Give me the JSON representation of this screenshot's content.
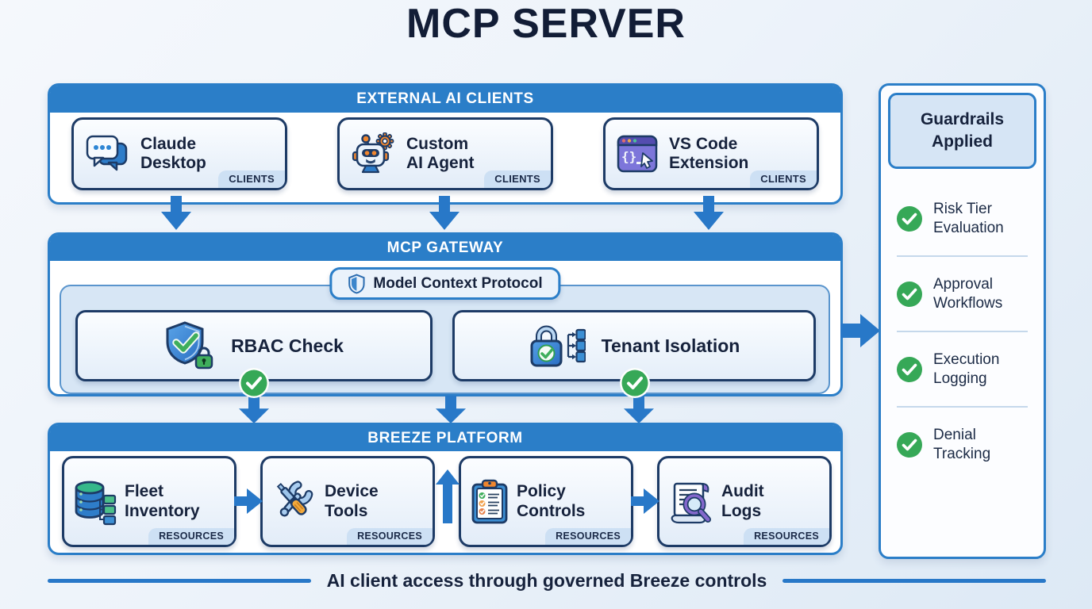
{
  "title": "MCP SERVER",
  "clients_section": {
    "header": "EXTERNAL AI CLIENTS",
    "cards": [
      {
        "line1": "Claude",
        "line2": "Desktop",
        "tag": "CLIENTS",
        "icon": "chat-icon"
      },
      {
        "line1": "Custom",
        "line2": "AI Agent",
        "tag": "CLIENTS",
        "icon": "robot-icon"
      },
      {
        "line1": "VS Code",
        "line2": "Extension",
        "tag": "CLIENTS",
        "icon": "code-window-icon"
      }
    ]
  },
  "gateway_section": {
    "header": "MCP GATEWAY",
    "badge": "Model Context Protocol",
    "badge_icon": "shield-icon",
    "boxes": [
      {
        "label": "RBAC Check",
        "icon": "shield-check-lock-icon",
        "status_icon": "check-circle-icon"
      },
      {
        "label": "Tenant Isolation",
        "icon": "lock-hierarchy-icon",
        "status_icon": "check-circle-icon"
      }
    ]
  },
  "platform_section": {
    "header": "BREEZE PLATFORM",
    "cards": [
      {
        "line1": "Fleet",
        "line2": "Inventory",
        "tag": "RESOURCES",
        "icon": "database-icon"
      },
      {
        "line1": "Device",
        "line2": "Tools",
        "tag": "RESOURCES",
        "icon": "tools-icon"
      },
      {
        "line1": "Policy",
        "line2": "Controls",
        "tag": "RESOURCES",
        "icon": "clipboard-checklist-icon"
      },
      {
        "line1": "Audit",
        "line2": "Logs",
        "tag": "RESOURCES",
        "icon": "scroll-magnifier-icon"
      }
    ]
  },
  "sidebar": {
    "title_line1": "Guardrails",
    "title_line2": "Applied",
    "items": [
      {
        "line1": "Risk Tier",
        "line2": "Evaluation",
        "icon": "check-circle-icon"
      },
      {
        "line1": "Approval",
        "line2": "Workflows",
        "icon": "check-circle-icon"
      },
      {
        "line1": "Execution",
        "line2": "Logging",
        "icon": "check-circle-icon"
      },
      {
        "line1": "Denial",
        "line2": "Tracking",
        "icon": "check-circle-icon"
      }
    ]
  },
  "caption": {
    "text": "AI client access through governed Breeze controls"
  },
  "colors": {
    "header_blue": "#2b7ec8",
    "arrow_blue": "#2878c8",
    "navy_text": "#16223c",
    "card_border": "#1d3b66",
    "green_check": "#36a857",
    "orange_accent": "#f0862e",
    "purple_accent": "#7d76da",
    "light_panel": "#d7e6f5"
  }
}
